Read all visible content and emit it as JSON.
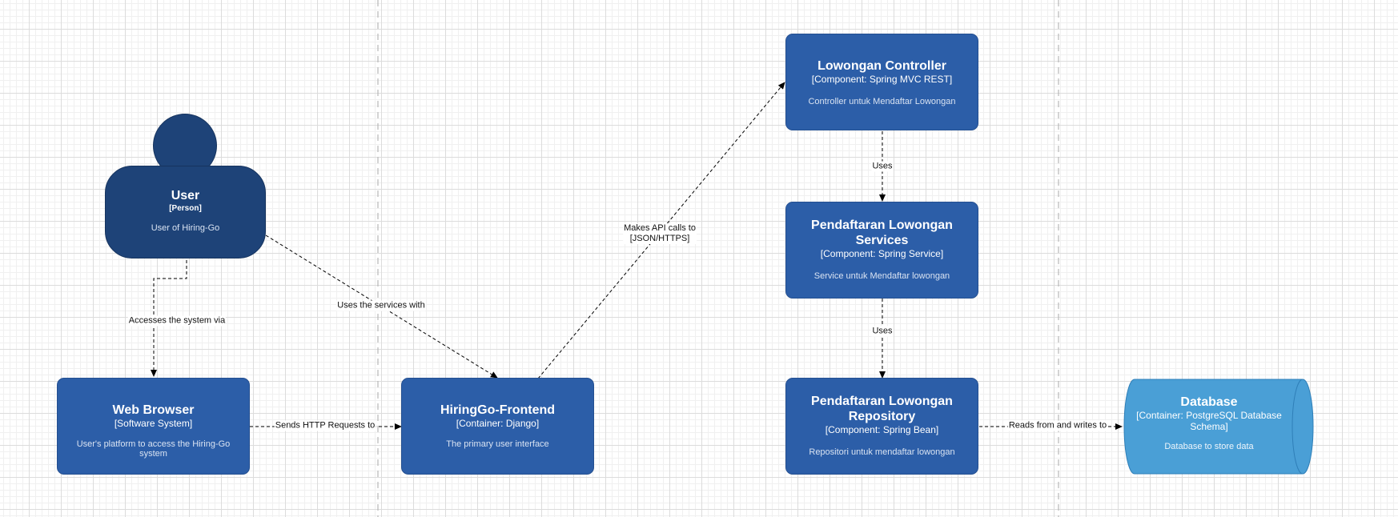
{
  "person": {
    "name": "User",
    "type": "[Person]",
    "description": "User of Hiring-Go",
    "color": "#1e4378"
  },
  "web_browser": {
    "name": "Web Browser",
    "type": "[Software System]",
    "description": "User's platform to access the Hiring-Go system"
  },
  "frontend": {
    "name": "HiringGo-Frontend",
    "type": "[Container: Django]",
    "description": "The primary user interface"
  },
  "controller": {
    "name": "Lowongan Controller",
    "type": "[Component: Spring MVC REST]",
    "description": "Controller untuk Mendaftar Lowongan"
  },
  "services": {
    "name_line1": "Pendaftaran Lowongan",
    "name_line2": "Services",
    "type": "[Component: Spring Service]",
    "description": "Service untuk Mendaftar lowongan"
  },
  "repository": {
    "name_line1": "Pendaftaran Lowongan",
    "name_line2": "Repository",
    "type": "[Component: Spring Bean]",
    "description": "Repositori untuk mendaftar lowongan"
  },
  "database": {
    "name": "Database",
    "type_line1": "[Container: PostgreSQL Database",
    "type_line2": "Schema]",
    "description": "Database to store data",
    "color": "#4a9fd6"
  },
  "connections": {
    "accesses": "Accesses the system via",
    "uses_services": "Uses the services with",
    "sends_http": "Sends HTTP Requests to",
    "api_calls": "Makes API calls to\n[JSON/HTTPS]",
    "uses_1": "Uses",
    "uses_2": "Uses",
    "reads_writes": "Reads from and writes to"
  },
  "colors": {
    "component": "#2c5ea8",
    "person": "#1e4378",
    "database": "#4a9fd6",
    "grid": "#dcdcdc"
  }
}
